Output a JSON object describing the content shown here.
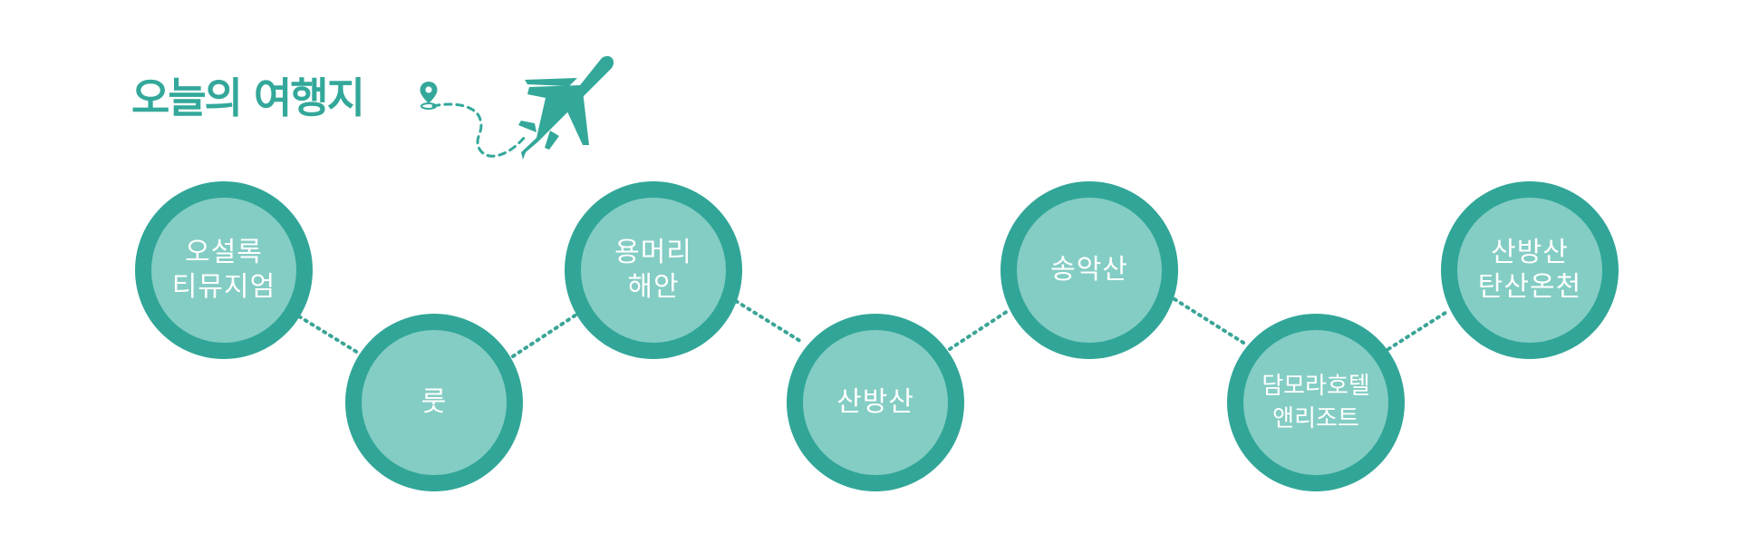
{
  "title": "오늘의 여행지",
  "colors": {
    "accent": "#31a698",
    "circle_fill": "#84cdc4",
    "text": "#ffffff",
    "title": "#33a89a",
    "connector": "#3aa597"
  },
  "icons": [
    "map-pin-icon",
    "airplane-icon"
  ],
  "destinations": [
    {
      "lines": [
        "오설록",
        "티뮤지엄"
      ]
    },
    {
      "lines": [
        "룻"
      ]
    },
    {
      "lines": [
        "용머리",
        "해안"
      ]
    },
    {
      "lines": [
        "산방산"
      ]
    },
    {
      "lines": [
        "송악산"
      ]
    },
    {
      "lines": [
        "담모라호텔",
        "앤리조트"
      ]
    },
    {
      "lines": [
        "산방산",
        "탄산온천"
      ]
    }
  ]
}
